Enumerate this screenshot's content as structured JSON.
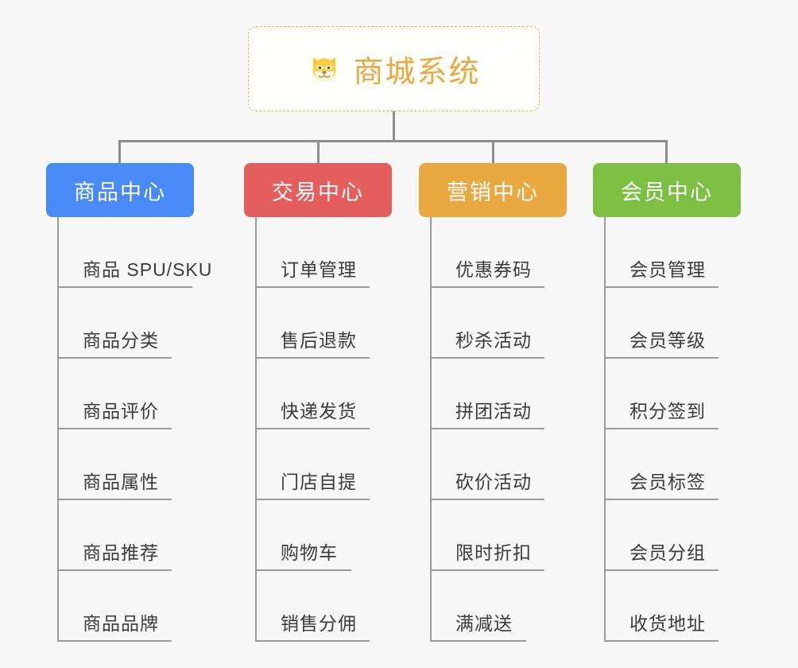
{
  "page": {
    "background_color": "#f7f7f7",
    "line_color": "#8d8d8d",
    "leaf_text_color": "#3b3b3b"
  },
  "root": {
    "title": "商城系统",
    "icon": "dog-face-emoji",
    "icon_glyph": "🐶",
    "text_color": "#eaa940",
    "border_color": "#e8b45c",
    "background_color": "#fffefb"
  },
  "columns": [
    {
      "id": "product-center",
      "header": "商品中心",
      "color": "#4a8af4",
      "items": [
        "商品 SPU/SKU",
        "商品分类",
        "商品评价",
        "商品属性",
        "商品推荐",
        "商品品牌"
      ]
    },
    {
      "id": "trade-center",
      "header": "交易中心",
      "color": "#e45f5c",
      "items": [
        "订单管理",
        "售后退款",
        "快递发货",
        "门店自提",
        "购物车",
        "销售分佣"
      ]
    },
    {
      "id": "marketing-center",
      "header": "营销中心",
      "color": "#eaa940",
      "items": [
        "优惠券码",
        "秒杀活动",
        "拼团活动",
        "砍价活动",
        "限时折扣",
        "满减送"
      ]
    },
    {
      "id": "member-center",
      "header": "会员中心",
      "color": "#7cc043",
      "items": [
        "会员管理",
        "会员等级",
        "积分签到",
        "会员标签",
        "会员分组",
        "收货地址"
      ]
    }
  ]
}
